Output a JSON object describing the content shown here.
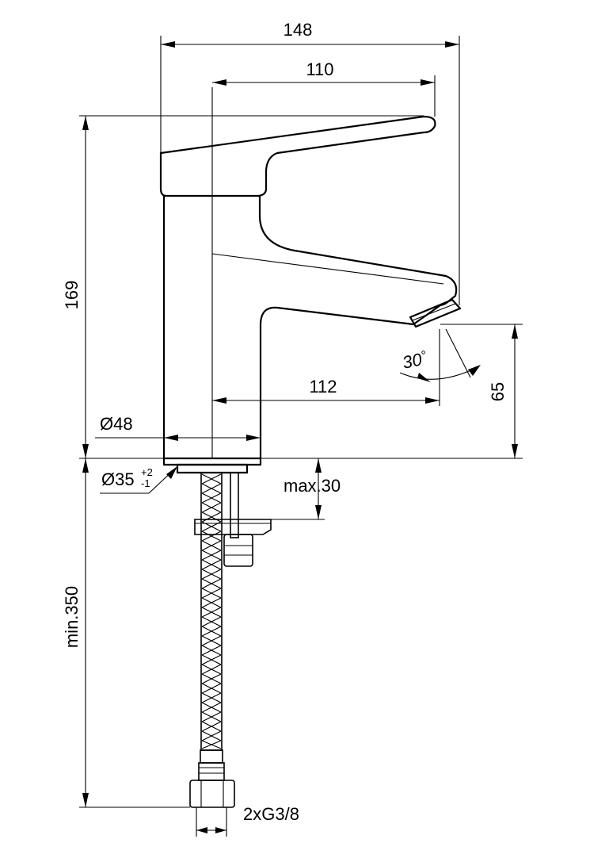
{
  "dimensions": {
    "overall_width": "148",
    "lever_width": "110",
    "height": "169",
    "spout_reach": "112",
    "spout_height": "65",
    "angle_value": "30",
    "angle_unit": "°",
    "body_diameter": "Ø48",
    "hole_diameter": "Ø35",
    "hole_tol_plus": "+2",
    "hole_tol_minus": "-1",
    "max_thickness": "max.30",
    "hose_length": "min.350",
    "connection": "2xG3/8"
  }
}
